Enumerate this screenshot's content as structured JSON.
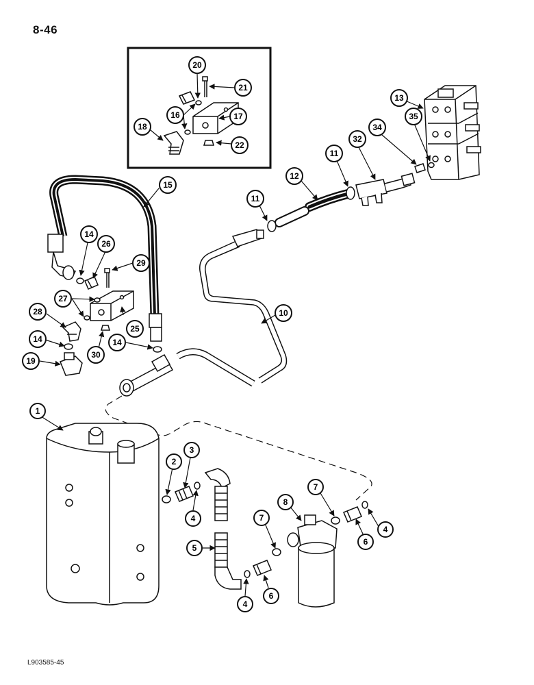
{
  "page": {
    "number": "8-46",
    "reference_code": "L903585-45"
  },
  "callouts": [
    {
      "id": "c1",
      "label": "1"
    },
    {
      "id": "c2",
      "label": "2"
    },
    {
      "id": "c3",
      "label": "3"
    },
    {
      "id": "c4a",
      "label": "4"
    },
    {
      "id": "c4b",
      "label": "4"
    },
    {
      "id": "c4c",
      "label": "4"
    },
    {
      "id": "c5",
      "label": "5"
    },
    {
      "id": "c6a",
      "label": "6"
    },
    {
      "id": "c6b",
      "label": "6"
    },
    {
      "id": "c7a",
      "label": "7"
    },
    {
      "id": "c7b",
      "label": "7"
    },
    {
      "id": "c8",
      "label": "8"
    },
    {
      "id": "c10",
      "label": "10"
    },
    {
      "id": "c11a",
      "label": "11"
    },
    {
      "id": "c11b",
      "label": "11"
    },
    {
      "id": "c12",
      "label": "12"
    },
    {
      "id": "c13",
      "label": "13"
    },
    {
      "id": "c14a",
      "label": "14"
    },
    {
      "id": "c14b",
      "label": "14"
    },
    {
      "id": "c14c",
      "label": "14"
    },
    {
      "id": "c15",
      "label": "15"
    },
    {
      "id": "c16",
      "label": "16"
    },
    {
      "id": "c17",
      "label": "17"
    },
    {
      "id": "c18",
      "label": "18"
    },
    {
      "id": "c19",
      "label": "19"
    },
    {
      "id": "c20",
      "label": "20"
    },
    {
      "id": "c21",
      "label": "21"
    },
    {
      "id": "c22",
      "label": "22"
    },
    {
      "id": "c25",
      "label": "25"
    },
    {
      "id": "c26",
      "label": "26"
    },
    {
      "id": "c27",
      "label": "27"
    },
    {
      "id": "c28",
      "label": "28"
    },
    {
      "id": "c29",
      "label": "29"
    },
    {
      "id": "c30",
      "label": "30"
    },
    {
      "id": "c32",
      "label": "32"
    },
    {
      "id": "c34",
      "label": "34"
    },
    {
      "id": "c35",
      "label": "35"
    }
  ]
}
